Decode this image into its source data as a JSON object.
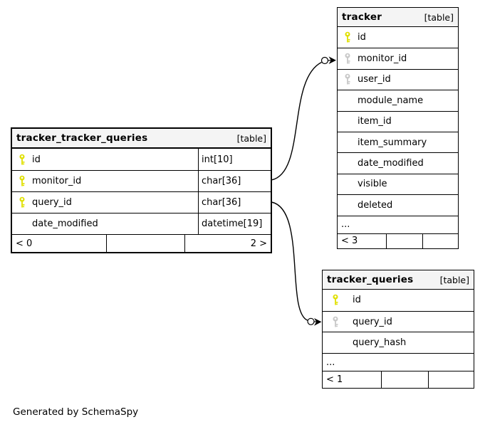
{
  "diagram": {
    "generator_note": "Generated by SchemaSpy",
    "colors": {
      "header_bg": "#f4f4f4",
      "border": "#000000",
      "primary_key": "#e0e000",
      "foreign_key": "#c8c8c8",
      "background": "#ffffff"
    },
    "tables": [
      {
        "id": "tracker_tracker_queries",
        "title": "tracker_tracker_queries",
        "tag": "[table]",
        "columns": [
          {
            "name": "id",
            "type": "int[10]",
            "key": "primary",
            "key_icon": "primary-key-icon"
          },
          {
            "name": "monitor_id",
            "type": "char[36]",
            "key": "primary",
            "key_icon": "primary-key-icon"
          },
          {
            "name": "query_id",
            "type": "char[36]",
            "key": "primary",
            "key_icon": "primary-key-icon"
          },
          {
            "name": "date_modified",
            "type": "datetime[19]",
            "key": "none"
          }
        ],
        "footer_cells": [
          "< 0",
          "",
          "2 >"
        ]
      },
      {
        "id": "tracker",
        "title": "tracker",
        "tag": "[table]",
        "columns": [
          {
            "name": "id",
            "key": "primary",
            "key_icon": "primary-key-icon"
          },
          {
            "name": "monitor_id",
            "key": "foreign",
            "key_icon": "foreign-key-icon"
          },
          {
            "name": "user_id",
            "key": "foreign",
            "key_icon": "foreign-key-icon"
          },
          {
            "name": "module_name",
            "key": "none"
          },
          {
            "name": "item_id",
            "key": "none"
          },
          {
            "name": "item_summary",
            "key": "none"
          },
          {
            "name": "date_modified",
            "key": "none"
          },
          {
            "name": "visible",
            "key": "none"
          },
          {
            "name": "deleted",
            "key": "none"
          },
          {
            "name": "...",
            "key": "ellipsis"
          }
        ],
        "footer_cells": [
          "< 3",
          "",
          ""
        ]
      },
      {
        "id": "tracker_queries",
        "title": "tracker_queries",
        "tag": "[table]",
        "columns": [
          {
            "name": "id",
            "key": "primary",
            "key_icon": "primary-key-icon"
          },
          {
            "name": "query_id",
            "key": "foreign",
            "key_icon": "foreign-key-icon"
          },
          {
            "name": "query_hash",
            "key": "none"
          },
          {
            "name": "...",
            "key": "ellipsis"
          }
        ],
        "footer_cells": [
          "< 1",
          "",
          ""
        ]
      }
    ],
    "relationships": [
      {
        "from_table": "tracker_tracker_queries",
        "from_column": "monitor_id",
        "to_table": "tracker",
        "to_column": "monitor_id"
      },
      {
        "from_table": "tracker_tracker_queries",
        "from_column": "query_id",
        "to_table": "tracker_queries",
        "to_column": "query_id"
      }
    ]
  }
}
